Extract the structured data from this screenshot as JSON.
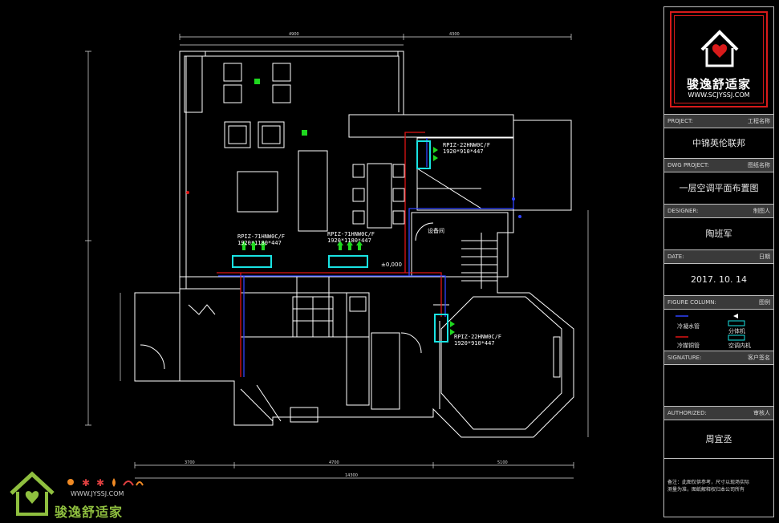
{
  "title_block": {
    "project_label": "PROJECT:",
    "project_label_cn": "工程名称",
    "project_name": "中锦英伦联邦",
    "dwg_label": "DWG PROJECT:",
    "dwg_label_cn": "图纸名称",
    "dwg_name": "一层空调平面布置图",
    "designer_label": "DESIGNER:",
    "designer_label_cn": "制图人",
    "designer_name": "陶班军",
    "date_label": "DATE:",
    "date_label_cn": "日期",
    "date_value": "2017. 10. 14",
    "figure_label": "FIGURE COLUMN:",
    "figure_label_cn": "图例",
    "legend": {
      "item1": "冷凝水管",
      "item2": "分体机",
      "item3": "冷媒铜管",
      "item4": "空调内机"
    },
    "signature_label": "SIGNATURE:",
    "signature_label_cn": "客户签名",
    "authorized_label": "AUTHORIZED:",
    "authorized_label_cn": "审核人",
    "authorized_name": "周宜丞",
    "note_line1": "备注：此图仅供参考，尺寸以现场实际",
    "note_line2": "测量为准，图纸解释权归本公司所有"
  },
  "logo": {
    "brand_cn": "骏逸舒适家",
    "url": "WWW.SCJYSSJ.COM"
  },
  "watermark": {
    "brand_cn": "骏逸舒适家",
    "url": "WWW.JYSSJ.COM"
  },
  "ac_units": [
    {
      "model": "RPIZ-71HNW0C/F",
      "size": "1920*1180*447"
    },
    {
      "model": "RPIZ-71HNW0C/F",
      "size": "1920*1180*447"
    },
    {
      "model": "RPIZ-22HNW0C/F",
      "size": "1920*910*447"
    },
    {
      "model": "RPIZ-22HNW0C/F",
      "size": "1920*910*447"
    }
  ],
  "rooms": {
    "equipment": "设备间",
    "elevation": "±0,000"
  },
  "colors": {
    "background": "#000000",
    "wall": "#ffffff",
    "condensate_pipe": "#2f43ff",
    "refrigerant_pipe": "#e01414",
    "indoor_unit": "#19e3e3",
    "airflow_arrow": "#1fd81f",
    "logo_border": "#d81a1a",
    "watermark_green": "#8fbf3f"
  }
}
